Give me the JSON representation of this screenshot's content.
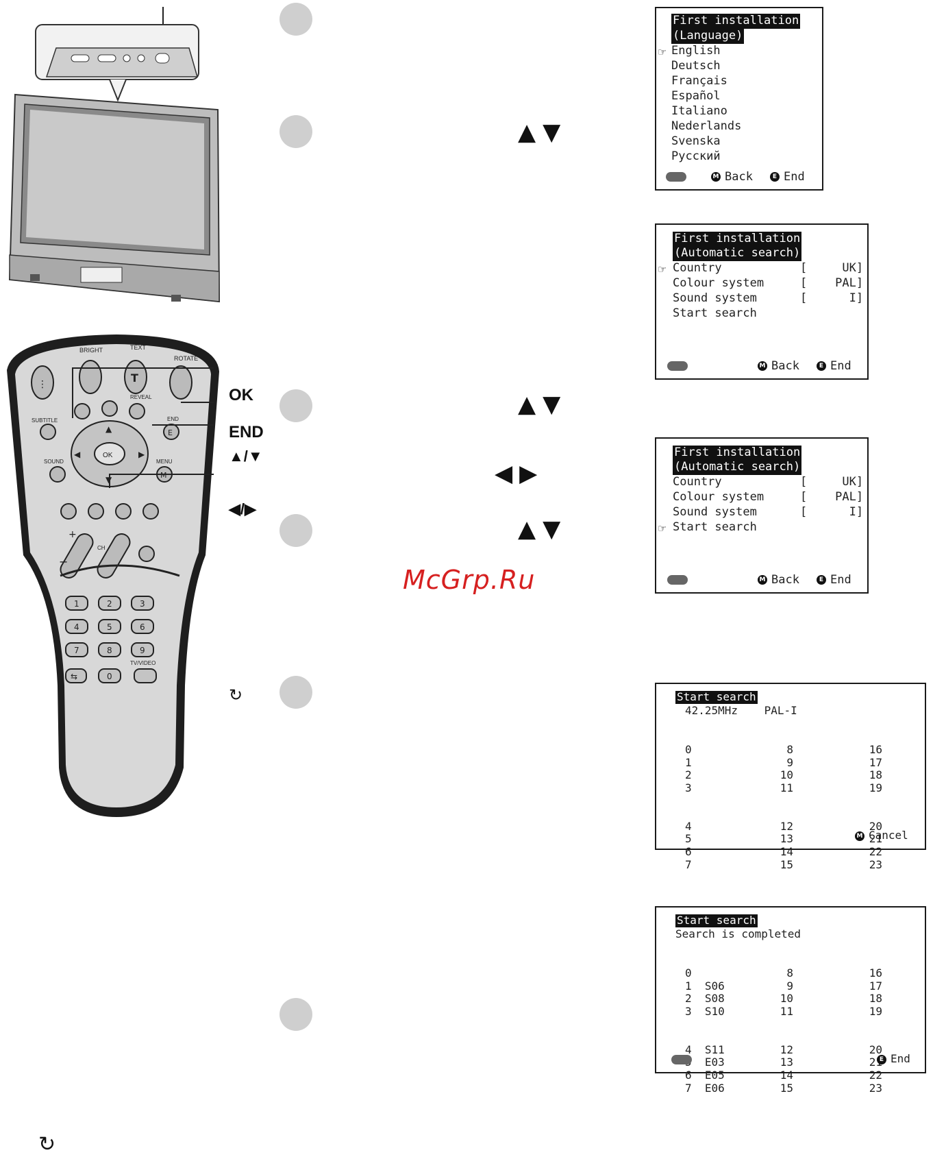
{
  "callouts": {
    "ok": "OK",
    "end": "END",
    "updown": "▲/▼",
    "leftright": "◀/▶",
    "return_icon": "↻"
  },
  "arrows": {
    "updown": "▲▼",
    "leftright": "◀▶"
  },
  "watermark": "McGrp.Ru",
  "osd_language": {
    "title1": "First installation",
    "title2": "(Language)",
    "items": [
      "English",
      "Deutsch",
      "Français",
      "Español",
      "Italiano",
      "Nederlands",
      "Svenska",
      "Русский"
    ],
    "back": "Back",
    "end": "End"
  },
  "osd_auto1": {
    "title1": "First installation",
    "title2": "(Automatic search)",
    "rows": [
      {
        "label": "Country",
        "value": "[     UK]"
      },
      {
        "label": "Colour system",
        "value": "[    PAL]"
      },
      {
        "label": "Sound system",
        "value": "[      I]"
      },
      {
        "label": "Start search",
        "value": ""
      }
    ],
    "back": "Back",
    "end": "End"
  },
  "osd_auto2": {
    "title1": "First installation",
    "title2": "(Automatic search)",
    "rows": [
      {
        "label": "Country",
        "value": "[     UK]"
      },
      {
        "label": "Colour system",
        "value": "[    PAL]"
      },
      {
        "label": "Sound system",
        "value": "[      I]"
      },
      {
        "label": "Start search",
        "value": ""
      }
    ],
    "back": "Back",
    "end": "End"
  },
  "osd_search": {
    "title": "Start search",
    "status": "42.25MHz    PAL-I",
    "col1": [
      "0",
      "1",
      "2",
      "3",
      "4",
      "5",
      "6",
      "7"
    ],
    "col2": [
      "8",
      "9",
      "10",
      "11",
      "12",
      "13",
      "14",
      "15"
    ],
    "col3": [
      "16",
      "17",
      "18",
      "19",
      "20",
      "21",
      "22",
      "23"
    ],
    "cancel": "Cancel"
  },
  "osd_done": {
    "title": "Start search",
    "status": "Search is completed",
    "col1": [
      "0",
      "1  S06",
      "2  S08",
      "3  S10",
      "4  S11",
      "5  E03",
      "6  E05",
      "7  E06"
    ],
    "col2": [
      "8",
      "9",
      "10",
      "11",
      "12",
      "13",
      "14",
      "15"
    ],
    "col3": [
      "16",
      "17",
      "18",
      "19",
      "20",
      "21",
      "22",
      "23"
    ],
    "end": "End"
  },
  "remote": {
    "labels": {
      "bright": "BRIGHT",
      "text": "TEXT",
      "rotate": "ROTATE",
      "subtitle": "SUBTITLE",
      "end": "END",
      "sound": "SOUND",
      "menu": "MENU",
      "reveal": "REVEAL",
      "tvvideo": "TV/VIDEO",
      "ok": "OK",
      "ch": "CH",
      "t_key": "T",
      "e_key": "E",
      "m_key": "M"
    },
    "digits": [
      "1",
      "2",
      "3",
      "4",
      "5",
      "6",
      "7",
      "8",
      "9",
      "0"
    ]
  }
}
